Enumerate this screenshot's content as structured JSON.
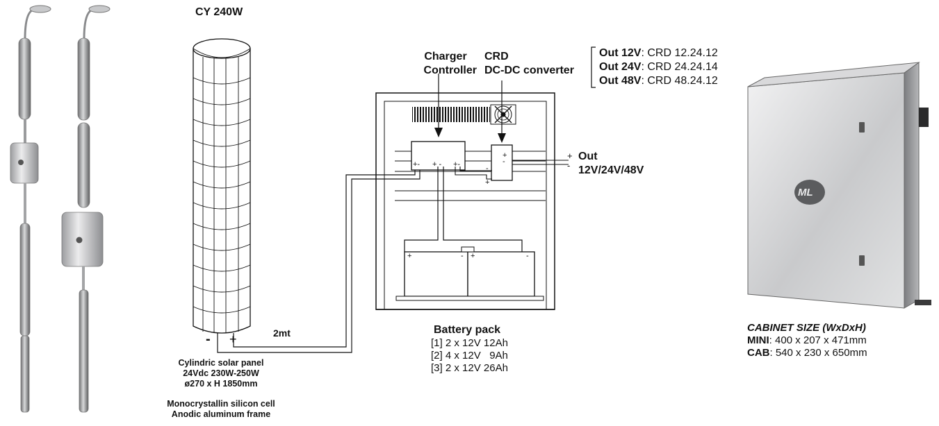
{
  "solar_panel": {
    "model": "CY 240W",
    "minus_symbol": "-",
    "plus_symbol": "+",
    "description_lines": [
      "Cylindric solar panel",
      "24Vdc 230W-250W",
      "ø270 x H 1850mm"
    ],
    "material_lines": [
      "Monocrystallin silicon cell",
      "Anodic aluminum frame"
    ]
  },
  "cable": {
    "length_label": "2mt"
  },
  "charger": {
    "label_lines": [
      "Charger",
      "Controller"
    ]
  },
  "converter": {
    "label_lines": [
      "CRD",
      "DC-DC converter"
    ]
  },
  "outputs": [
    {
      "name": "Out 12V",
      "value": ": CRD 12.24.12"
    },
    {
      "name": "Out 24V",
      "value": ": CRD 24.24.14"
    },
    {
      "name": "Out 48V",
      "value": ": CRD 48.24.12"
    }
  ],
  "output_terminal": {
    "title": "Out",
    "voltages": "12V/24V/48V"
  },
  "battery_pack": {
    "title": "Battery pack",
    "options": [
      "[1] 2 x 12V 12Ah",
      "[2] 4 x 12V   9Ah",
      "[3] 2 x 12V 26Ah"
    ]
  },
  "cabinet": {
    "title": "CABINET SIZE (WxDxH)",
    "sizes": [
      {
        "name": "MINI",
        "value": ": 400 x 207 x 471mm"
      },
      {
        "name": "CAB",
        "value": ": 540 x 230 x 650mm"
      }
    ],
    "logo_text": "ML"
  },
  "colors": {
    "line": "#111111",
    "metal_light": "#e2e3e4",
    "metal_dark": "#8f9092",
    "pole": "#9a9b9d"
  }
}
